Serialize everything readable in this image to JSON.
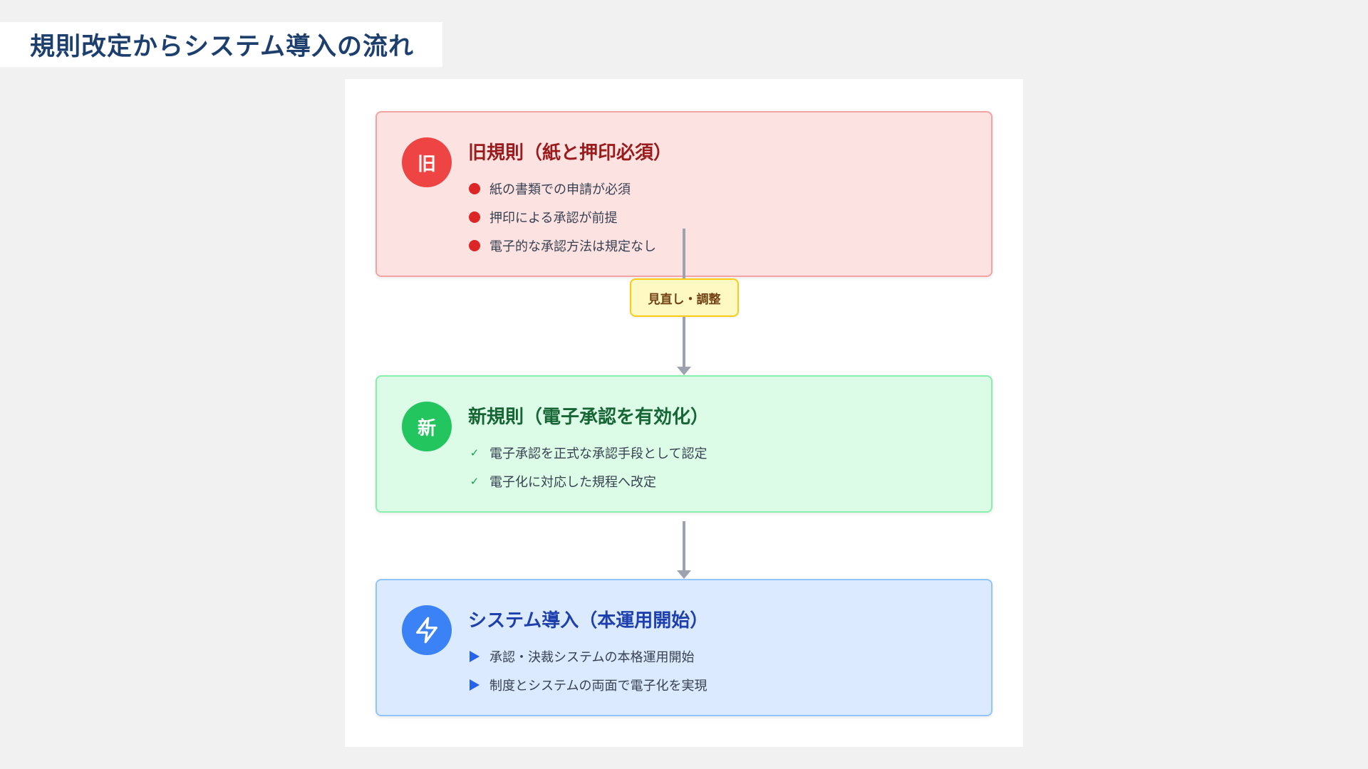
{
  "page_title": "規則改定からシステム導入の流れ",
  "old_rule": {
    "badge": "旧",
    "title": "旧規則（紙と押印必須）",
    "items": [
      "紙の書類での申請が必須",
      "押印による承認が前提",
      "電子的な承認方法は規定なし"
    ]
  },
  "transition_label": "見直し・調整",
  "new_rule": {
    "badge": "新",
    "title": "新規則（電子承認を有効化）",
    "items": [
      "電子承認を正式な承認手段として認定",
      "電子化に対応した規程へ改定"
    ]
  },
  "system": {
    "badge_icon": "lightning-icon",
    "title": "システム導入（本運用開始）",
    "items": [
      "承認・決裁システムの本格運用開始",
      "制度とシステムの両面で電子化を実現"
    ]
  },
  "colors": {
    "old_accent": "#ef4444",
    "new_accent": "#22c55e",
    "system_accent": "#3b82f6",
    "label_accent": "#facc15"
  }
}
